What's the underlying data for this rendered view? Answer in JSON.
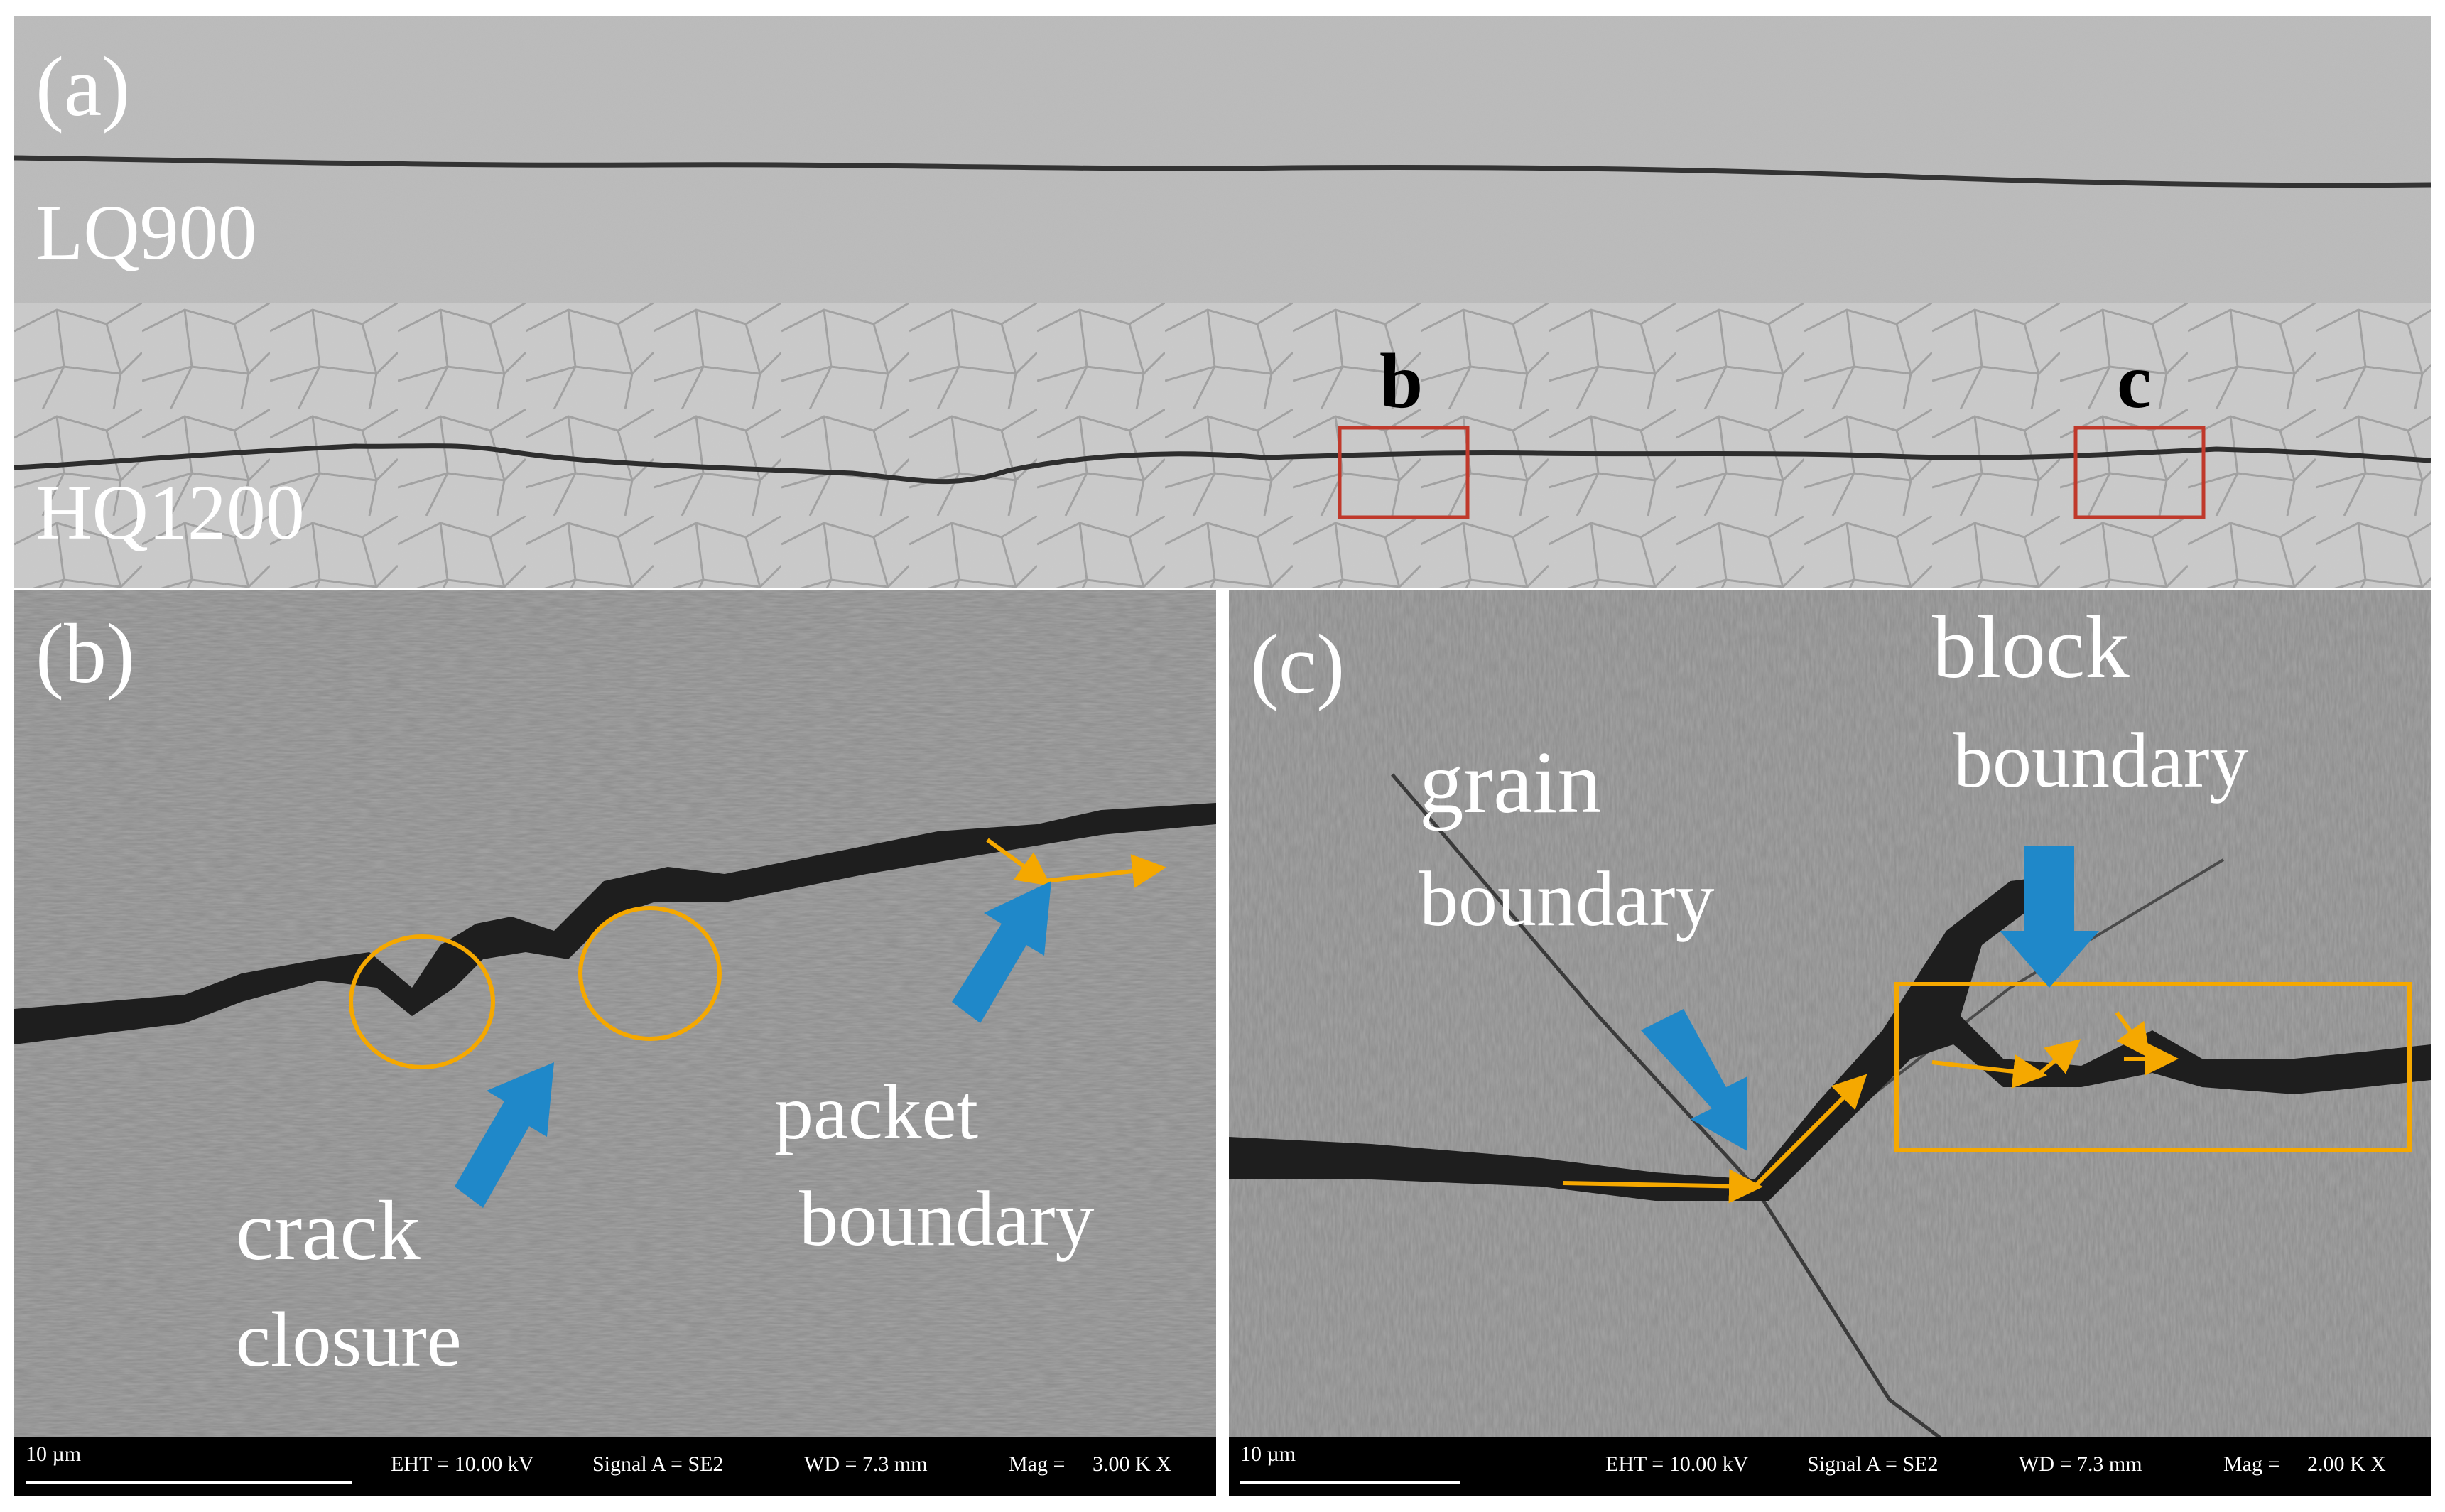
{
  "panel_a": {
    "label": "(a)",
    "top_strip_label": "LQ900",
    "bottom_strip_label": "HQ1200",
    "marker_b": "b",
    "marker_c": "c"
  },
  "panel_b": {
    "label": "(b)",
    "annotation_crack_1": "crack",
    "annotation_crack_2": "closure",
    "annotation_packet_1": "packet",
    "annotation_packet_2": "boundary",
    "info": {
      "scale": "10 µm",
      "eht": "EHT = 10.00 kV",
      "signal": "Signal A = SE2",
      "wd": "WD =  7.3 mm",
      "mag_label": "Mag =",
      "mag_value": "3.00 K X"
    }
  },
  "panel_c": {
    "label": "(c)",
    "annotation_block_1": "block",
    "annotation_block_2": "boundary",
    "annotation_grain_1": "grain",
    "annotation_grain_2": "boundary",
    "info": {
      "scale": "10 µm",
      "eht": "EHT = 10.00 kV",
      "signal": "Signal A = SE2",
      "wd": "WD =  7.3 mm",
      "mag_label": "Mag =",
      "mag_value": "2.00 K X"
    }
  },
  "colors": {
    "highlight_orange": "#f5a800",
    "arrow_blue": "#1f88c9",
    "marker_red": "#c0392b"
  }
}
